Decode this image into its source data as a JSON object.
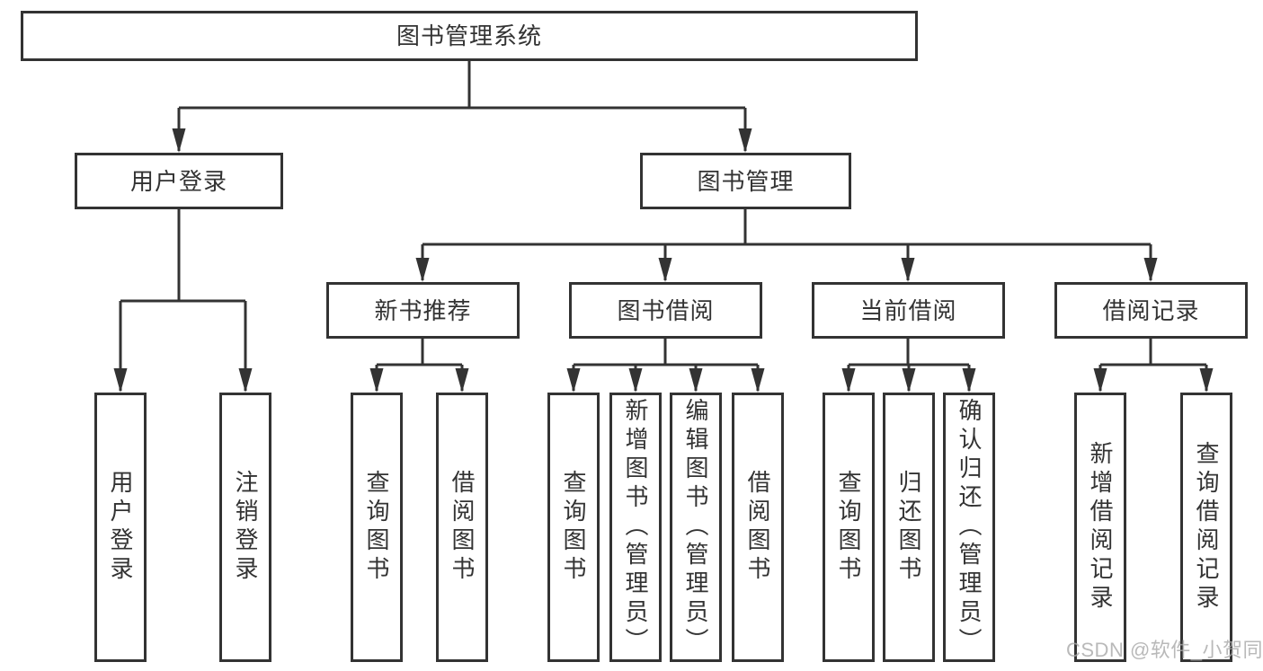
{
  "diagram": {
    "root": {
      "label": "图书管理系统"
    },
    "level2": [
      {
        "label": "用户登录"
      },
      {
        "label": "图书管理"
      }
    ],
    "level3": [
      {
        "label": "新书推荐",
        "parent": "图书管理"
      },
      {
        "label": "图书借阅",
        "parent": "图书管理"
      },
      {
        "label": "当前借阅",
        "parent": "图书管理"
      },
      {
        "label": "借阅记录",
        "parent": "图书管理"
      }
    ],
    "level4": [
      {
        "label": "用户登录",
        "parent": "用户登录"
      },
      {
        "label": "注销登录",
        "parent": "用户登录"
      },
      {
        "label": "查询图书",
        "parent": "新书推荐"
      },
      {
        "label": "借阅图书",
        "parent": "新书推荐"
      },
      {
        "label": "查询图书",
        "parent": "图书借阅"
      },
      {
        "label": "新增图书（管理员）",
        "parent": "图书借阅"
      },
      {
        "label": "编辑图书（管理员）",
        "parent": "图书借阅"
      },
      {
        "label": "借阅图书",
        "parent": "图书借阅"
      },
      {
        "label": "查询图书",
        "parent": "当前借阅"
      },
      {
        "label": "归还图书",
        "parent": "当前借阅"
      },
      {
        "label": "确认归还（管理员）",
        "parent": "当前借阅"
      },
      {
        "label": "新增借阅记录",
        "parent": "借阅记录"
      },
      {
        "label": "查询借阅记录",
        "parent": "借阅记录"
      }
    ]
  },
  "watermark": {
    "text": "CSDN @软件_小贺同学"
  },
  "colors": {
    "line": "#333333",
    "text": "#333333",
    "background": "#ffffff",
    "watermark": "#a8a8a8"
  }
}
